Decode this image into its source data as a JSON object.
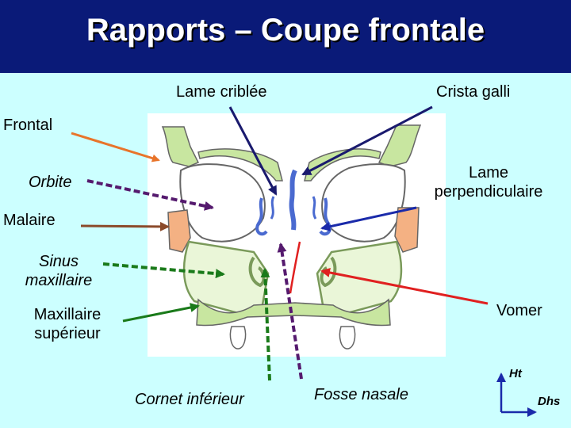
{
  "title": "Rapports – Coupe frontale",
  "labels": {
    "lame_criblee": "Lame criblée",
    "crista_galli": "Crista galli",
    "frontal": "Frontal",
    "orbite": "Orbite",
    "lame_perp_1": "Lame",
    "lame_perp_2": "perpendiculaire",
    "malaire": "Malaire",
    "sinus_1": "Sinus",
    "sinus_2": "maxillaire",
    "maxillaire_1": "Maxillaire",
    "maxillaire_2": "supérieur",
    "vomer": "Vomer",
    "cornet": "Cornet inférieur",
    "fosse": "Fosse nasale",
    "ht": "Ht",
    "dhs": "Dhs"
  },
  "colors": {
    "title_bg": "#0a1a78",
    "background": "#ccffff",
    "frontal_arrow": "#e8742a",
    "navy_arrow": "#1a1a6e",
    "purple_arrow": "#551a6e",
    "brown_arrow": "#8b4a2a",
    "green_arrow": "#1a7a1a",
    "red_arrow": "#e02020",
    "bone_green": "#c8e6a0",
    "malaire_orange": "#f4b183",
    "ethmoid_blue": "#4a6ad0"
  }
}
